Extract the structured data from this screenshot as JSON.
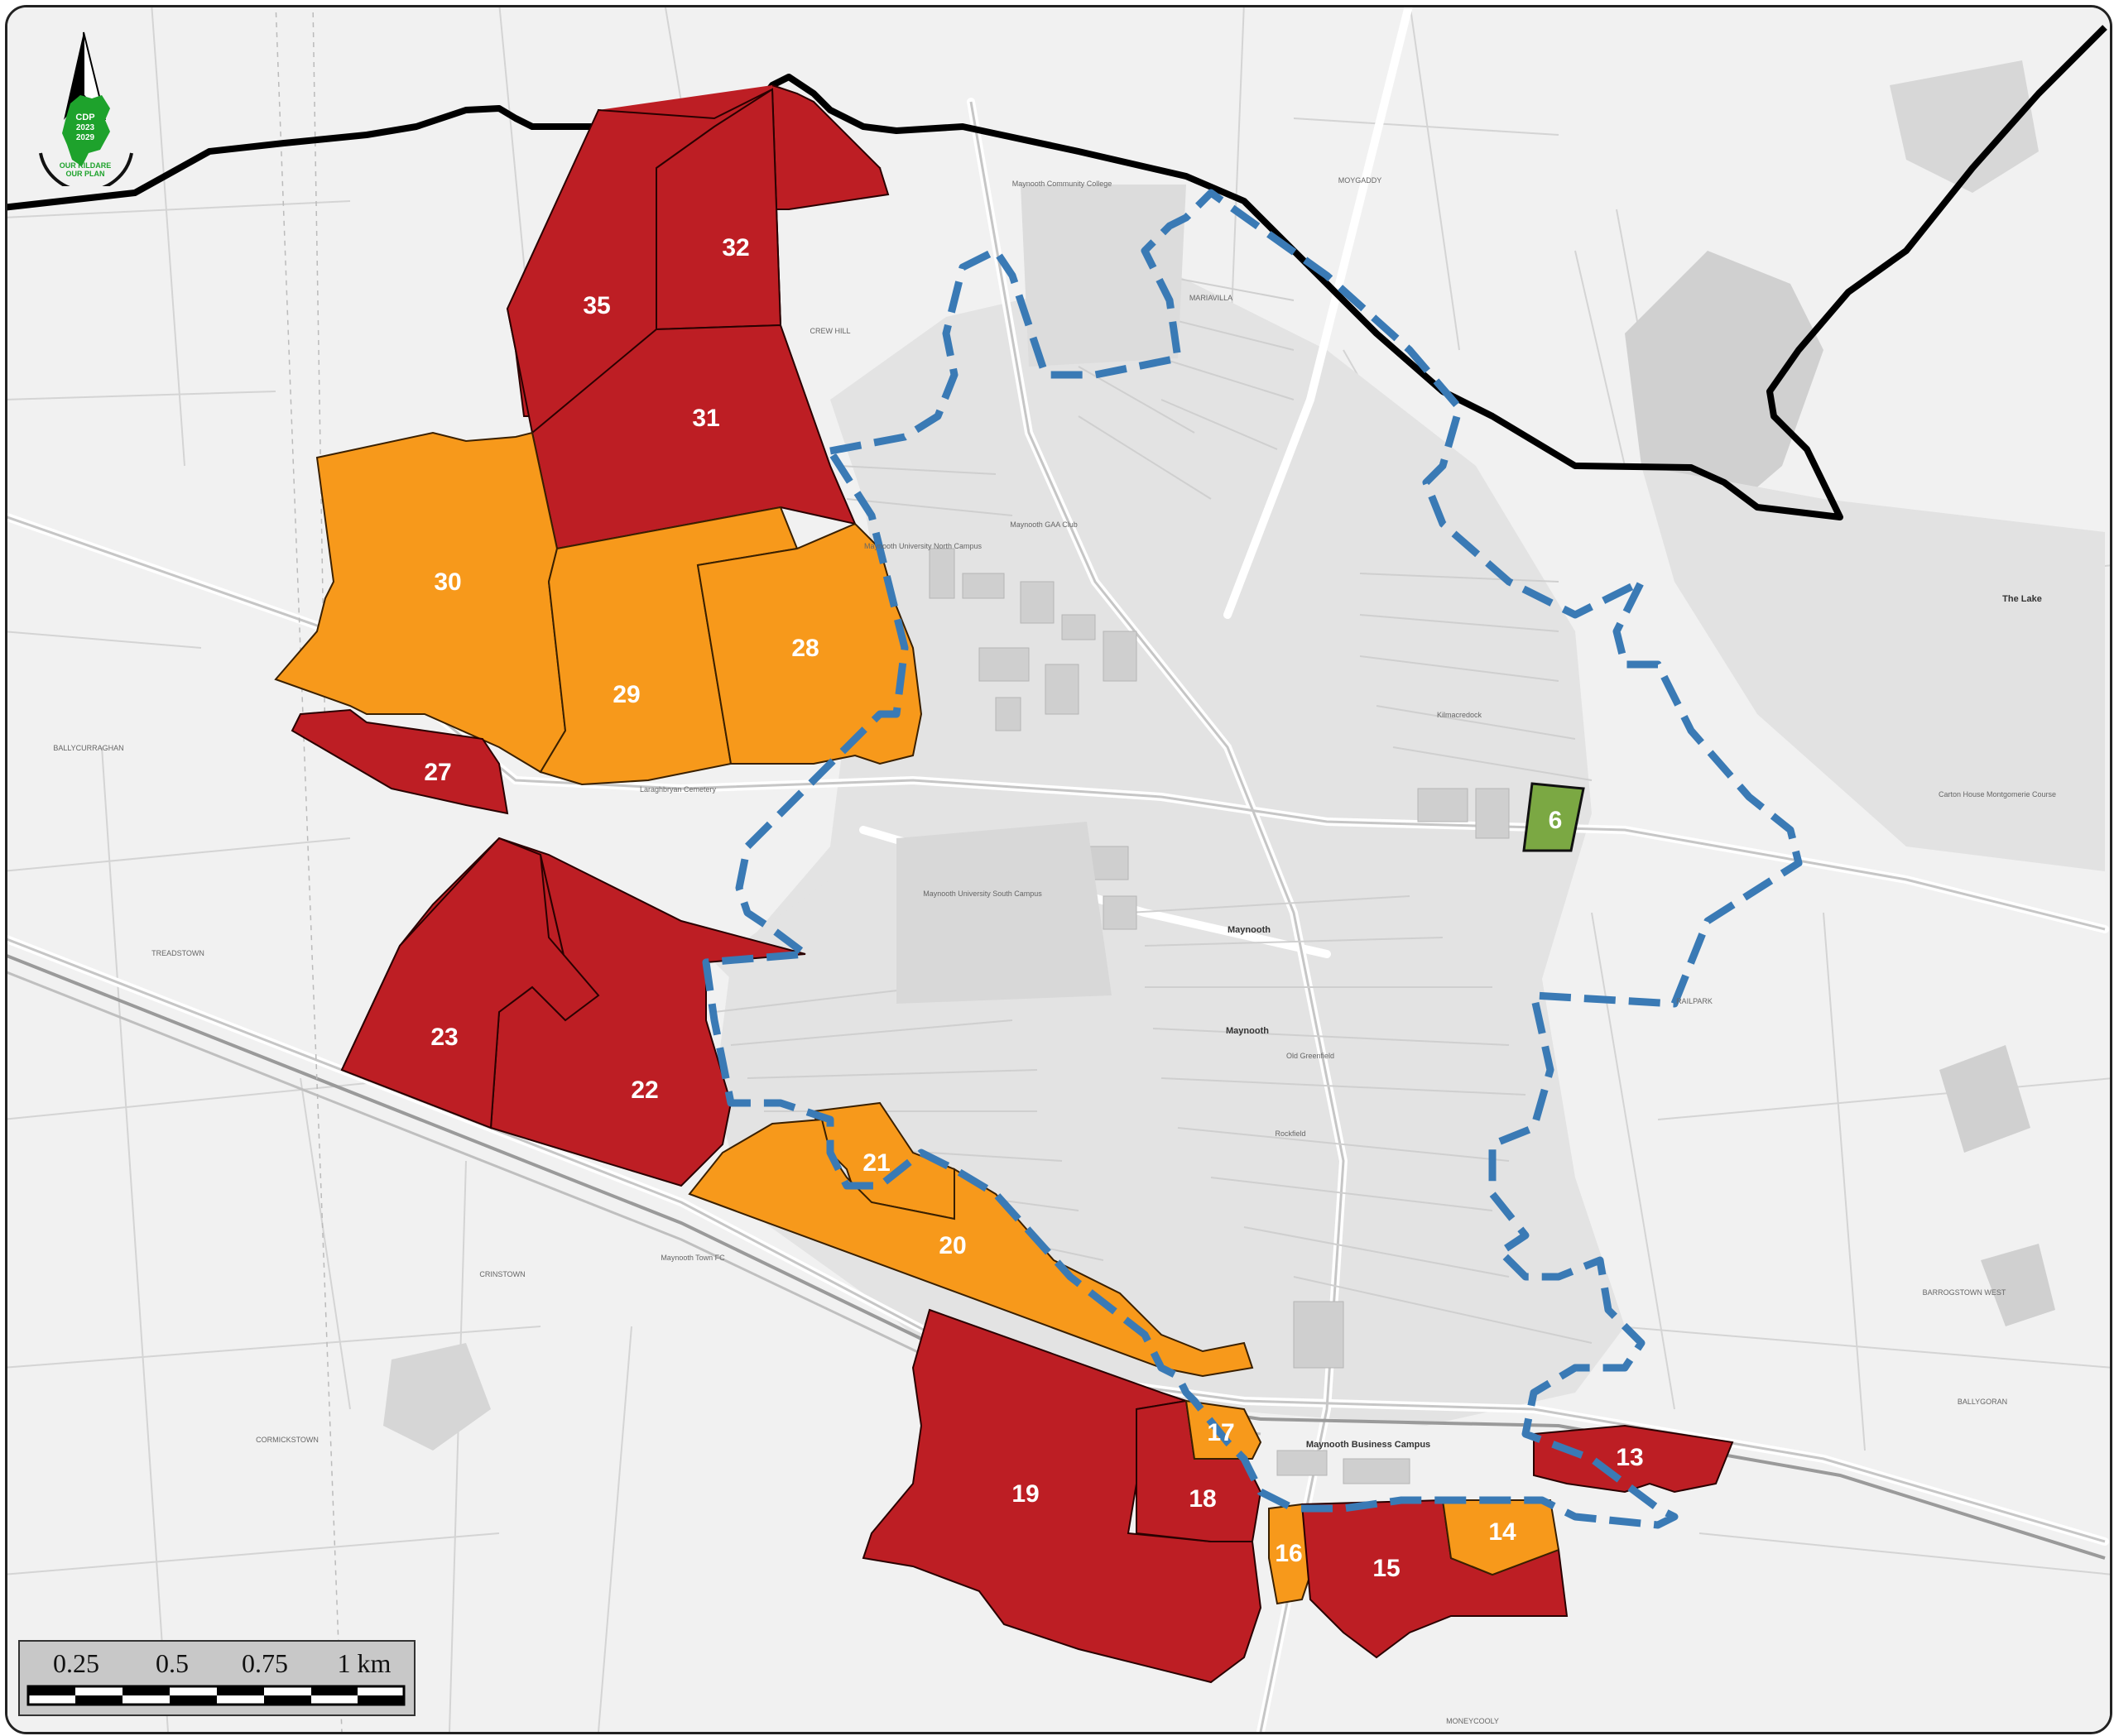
{
  "map": {
    "parcels": [
      {
        "id": "6",
        "label": "6",
        "zone": "green"
      },
      {
        "id": "13",
        "label": "13",
        "zone": "red"
      },
      {
        "id": "14",
        "label": "14",
        "zone": "orange"
      },
      {
        "id": "15",
        "label": "15",
        "zone": "red"
      },
      {
        "id": "16",
        "label": "16",
        "zone": "orange"
      },
      {
        "id": "17",
        "label": "17",
        "zone": "orange"
      },
      {
        "id": "18",
        "label": "18",
        "zone": "red"
      },
      {
        "id": "19",
        "label": "19",
        "zone": "red"
      },
      {
        "id": "20",
        "label": "20",
        "zone": "orange"
      },
      {
        "id": "21",
        "label": "21",
        "zone": "orange"
      },
      {
        "id": "22",
        "label": "22",
        "zone": "red"
      },
      {
        "id": "23",
        "label": "23",
        "zone": "red"
      },
      {
        "id": "27",
        "label": "27",
        "zone": "red"
      },
      {
        "id": "28",
        "label": "28",
        "zone": "orange"
      },
      {
        "id": "29",
        "label": "29",
        "zone": "orange"
      },
      {
        "id": "30",
        "label": "30",
        "zone": "orange"
      },
      {
        "id": "31",
        "label": "31",
        "zone": "red"
      },
      {
        "id": "32",
        "label": "32",
        "zone": "red"
      },
      {
        "id": "35",
        "label": "35",
        "zone": "red"
      }
    ],
    "colors": {
      "red": "#bd1e24",
      "orange": "#f7991b",
      "green": "#7ba843",
      "boundary_blue": "#3a7ab5",
      "county_line": "#000000",
      "background": "#f1f1f1"
    },
    "places": {
      "maynooth": "Maynooth",
      "maynooth_town": "Maynooth",
      "greenfield": "Old Greenfield",
      "the_lake": "The Lake",
      "carton": "Carton House Montgomerie Course",
      "business_campus": "Maynooth Business Campus",
      "north_campus": "Maynooth University North Campus",
      "south_campus": "Maynooth University South Campus",
      "gaa": "Maynooth GAA Club",
      "community_college": "Maynooth Community College",
      "laraghbryan": "Laraghbryan Cemetery",
      "ballycurraghan": "BALLYCURRAGHAN",
      "treadstown": "TREADSTOWN",
      "crinstown": "CRINSTOWN",
      "cormickstown": "CORMICKSTOWN",
      "moygaddy": "MOYGADDY",
      "ballygoran": "BALLYGORAN",
      "barrogstown": "BARROGSTOWN WEST",
      "moneycooly": "MONEYCOOLY",
      "crewhill": "CREW HILL",
      "mariavilla": "MARIAVILLA",
      "kilmacredock": "Kilmacredock",
      "town_fc": "Maynooth Town FC",
      "rockfield": "Rockfield",
      "railpark": "RAILPARK"
    }
  },
  "scale_bar": {
    "labels": [
      "0.25",
      "0.5",
      "0.75",
      "1 km"
    ]
  },
  "logo": {
    "line1": "CDP",
    "line2": "2023",
    "line3": "2029",
    "caption1": "OUR KILDARE",
    "caption2": "OUR PLAN"
  }
}
